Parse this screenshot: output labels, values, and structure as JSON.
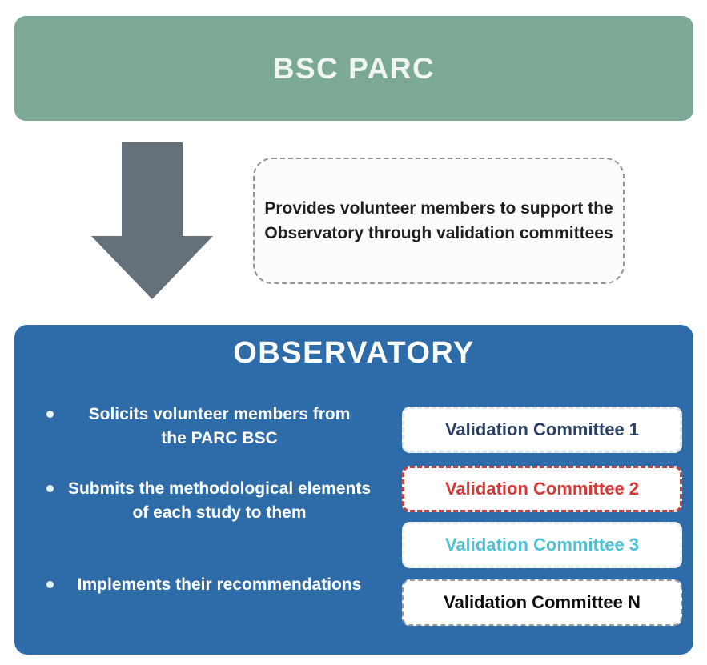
{
  "parc_box": {
    "title": "BSC PARC",
    "bg_color": "#7ca995",
    "text_color": "#eff6f1"
  },
  "arrow": {
    "color": "#64707a"
  },
  "note_box": {
    "line1": "Provides volunteer members to support the",
    "line2": "Observatory through validation committees",
    "border_color": "#8f969c",
    "text_color": "#1d1f21",
    "bg_color": "#fcfcfd"
  },
  "observatory_box": {
    "title": "OBSERVATORY",
    "bg_color": "#2d6ca8",
    "text_color": "#ffffff",
    "bullets": [
      {
        "lines": [
          "Solicits volunteer members from",
          "the PARC BSC"
        ]
      },
      {
        "lines": [
          "Submits the methodological elements",
          "of each study to them"
        ]
      },
      {
        "lines": [
          "Implements their recommendations"
        ]
      }
    ],
    "committees": [
      {
        "label": "Validation Committee 1",
        "text_color": "#2a3f66",
        "border_color": "#dde7f0"
      },
      {
        "label": "Validation Committee 2",
        "text_color": "#d33a36",
        "border_color": "#c4403e"
      },
      {
        "label": "Validation Committee 3",
        "text_color": "#4fc1d5",
        "border_color": "#e9f1f6"
      },
      {
        "label": "Validation Committee N",
        "text_color": "#0c0c0c",
        "border_color": "#97999c"
      }
    ]
  }
}
